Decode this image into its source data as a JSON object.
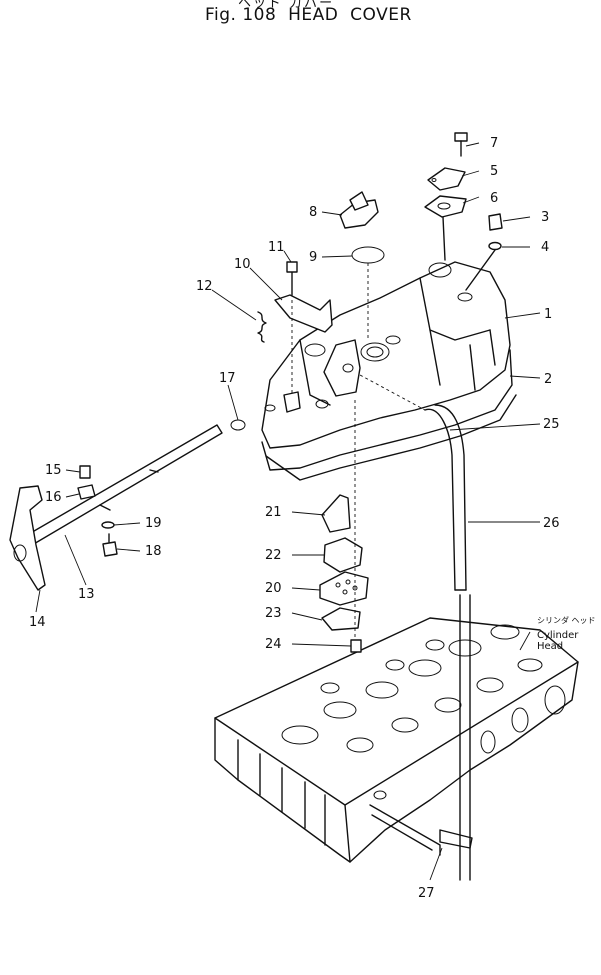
{
  "figure": {
    "title_jp": "ヘッド カバー",
    "title": "Fig. 108  HEAD  COVER"
  },
  "cylinder_head_label": {
    "jp": "シリンダ ヘッド",
    "en": "Cylinder Head"
  },
  "part_numbers": [
    "1",
    "2",
    "3",
    "4",
    "5",
    "6",
    "7",
    "8",
    "9",
    "10",
    "11",
    "12",
    "13",
    "14",
    "15",
    "16",
    "17",
    "18",
    "19",
    "20",
    "21",
    "22",
    "23",
    "24",
    "25",
    "26",
    "27"
  ]
}
